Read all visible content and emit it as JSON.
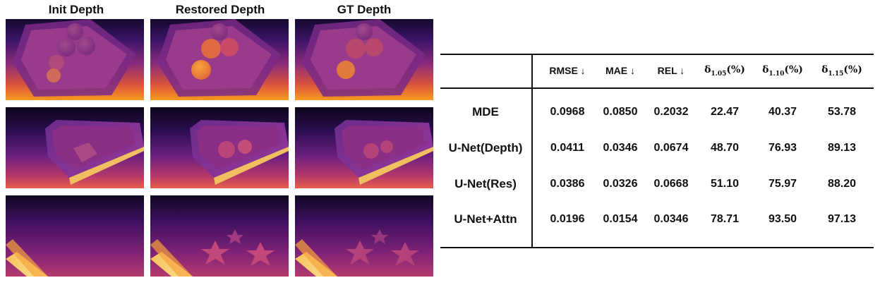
{
  "figure": {
    "columns": [
      "Init Depth",
      "Restored Depth",
      "GT Depth"
    ]
  },
  "table": {
    "headers": [
      "RMSE ↓",
      "MAE ↓",
      "REL ↓",
      "δ",
      "δ",
      "δ"
    ],
    "delta_thresholds": [
      "1.05",
      "1.10",
      "1.15"
    ],
    "delta_suffix": "(%)",
    "rows": [
      {
        "method": "MDE",
        "values": [
          "0.0968",
          "0.0850",
          "0.2032",
          "22.47",
          "40.37",
          "53.78"
        ]
      },
      {
        "method": "U-Net(Depth)",
        "values": [
          "0.0411",
          "0.0346",
          "0.0674",
          "48.70",
          "76.93",
          "89.13"
        ]
      },
      {
        "method": "U-Net(Res)",
        "values": [
          "0.0386",
          "0.0326",
          "0.0668",
          "51.10",
          "75.97",
          "88.20"
        ]
      },
      {
        "method": "U-Net+Attn",
        "values": [
          "0.0196",
          "0.0154",
          "0.0346",
          "78.71",
          "93.50",
          "97.13"
        ]
      }
    ]
  }
}
